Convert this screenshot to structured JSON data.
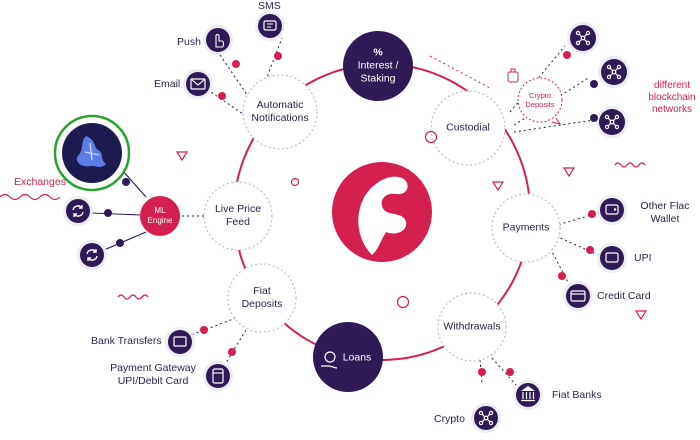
{
  "colors": {
    "accent": "#d4204f",
    "dark": "#2f1a55",
    "text": "#2b2548",
    "highlight_ring": "#2aa12e"
  },
  "center": {
    "logo_icon": "flac-logo-icon"
  },
  "nodes": {
    "interest_staking": [
      "%",
      "Interest /",
      "Staking"
    ],
    "custodial": "Custodial",
    "payments": "Payments",
    "withdrawals": "Withdrawals",
    "loans": "Loans",
    "fiat_deposits": [
      "Fiat",
      "Deposits"
    ],
    "live_price_feed": [
      "Live Price",
      "Feed"
    ],
    "automatic_notifications": [
      "Automatic",
      "Notifications"
    ],
    "crypto_deposits": [
      "Crypto",
      "Deposits"
    ],
    "ml_engine": [
      "ML",
      "Engine"
    ]
  },
  "labels": {
    "sms": "SMS",
    "push": "Push",
    "email": "Email",
    "exchanges": "Exchanges",
    "different_blockchain_networks": [
      "different",
      "blockchain",
      "networks"
    ],
    "other_flac_wallet": [
      "Other Flac",
      "Wallet"
    ],
    "upi": "UPI",
    "credit_card": "Credit Card",
    "fiat_banks": "Fiat Banks",
    "crypto": "Crypto",
    "bank_transfers": "Bank Transfers",
    "payment_gateway": [
      "Payment Gateway",
      "UPI/Debit Card"
    ]
  },
  "icons": {
    "sms": "sms-icon",
    "push": "push-notification-icon",
    "email": "email-icon",
    "exchange": "exchange-logo-icon",
    "sync": "sync-icon",
    "network": "blockchain-network-icon",
    "wallet": "wallet-icon",
    "upi": "upi-icon",
    "credit_card": "credit-card-icon",
    "bank": "bank-icon",
    "crypto": "crypto-network-icon",
    "bank_transfer": "bank-transfer-icon",
    "payment_gateway": "payment-terminal-icon",
    "loans": "loan-hand-coin-icon",
    "crypto_deposit": "crypto-deposit-icon"
  }
}
